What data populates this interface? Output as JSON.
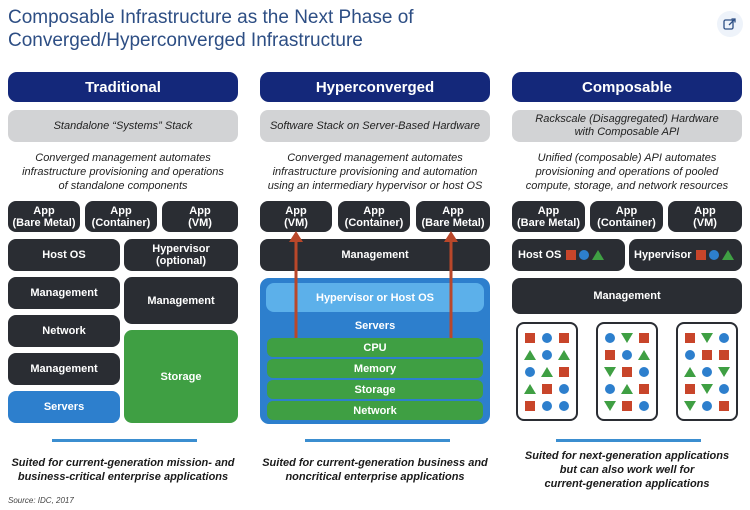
{
  "title_line1": "Composable Infrastructure as the Next Phase of",
  "title_line2": "Converged/Hyperconverged Infrastructure",
  "columns": {
    "traditional": {
      "header": "Traditional",
      "subhead": "Standalone “Systems” Stack",
      "desc1": "Converged management automates",
      "desc2": "infrastructure provisioning and operations",
      "desc3": "of standalone components",
      "app1a": "App",
      "app1b": "(Bare Metal)",
      "app2a": "App",
      "app2b": "(Container)",
      "app3a": "App",
      "app3b": "(VM)",
      "host_os": "Host OS",
      "hypervisor_a": "Hypervisor",
      "hypervisor_b": "(optional)",
      "management1": "Management",
      "management_right": "Management",
      "network": "Network",
      "management2": "Management",
      "storage": "Storage",
      "servers": "Servers",
      "footer1": "Suited for current-generation mission- and",
      "footer2": "business-critical enterprise applications"
    },
    "hyperconverged": {
      "header": "Hyperconverged",
      "subhead": "Software Stack on Server-Based Hardware",
      "desc1": "Converged management automates",
      "desc2": "infrastructure provisioning and automation",
      "desc3": "using an intermediary hypervisor or host OS",
      "app1a": "App",
      "app1b": "(VM)",
      "app2a": "App",
      "app2b": "(Container)",
      "app3a": "App",
      "app3b": "(Bare Metal)",
      "management": "Management",
      "hypervisor": "Hypervisor or Host OS",
      "servers": "Servers",
      "cpu": "CPU",
      "memory": "Memory",
      "storage": "Storage",
      "network": "Network",
      "footer1": "Suited for current-generation business and",
      "footer2": "noncritical enterprise applications"
    },
    "composable": {
      "header": "Composable",
      "subhead1": "Rackscale (Disaggregated) Hardware",
      "subhead2": "with Composable API",
      "desc1": "Unified (composable) API automates",
      "desc2": "provisioning and operations of pooled",
      "desc3": "compute, storage, and network resources",
      "app1a": "App",
      "app1b": "(Bare Metal)",
      "app2a": "App",
      "app2b": "(Container)",
      "app3a": "App",
      "app3b": "(VM)",
      "host_os": "Host OS",
      "hypervisor": "Hypervisor",
      "management": "Management",
      "footer1": "Suited for next-generation applications",
      "footer2": "but can also work well for",
      "footer3": "current-generation applications"
    }
  },
  "source": "Source: IDC, 2017",
  "icons": {
    "share": "share-icon",
    "square": "red-square-icon",
    "circle": "blue-circle-icon",
    "triangle": "green-triangle-icon"
  },
  "colors": {
    "header_navy": "#14287a",
    "dark_box": "#2a2d33",
    "blue": "#2d7fcd",
    "green": "#3f9f43",
    "red": "#c8452a",
    "arrow": "#b9472a"
  }
}
